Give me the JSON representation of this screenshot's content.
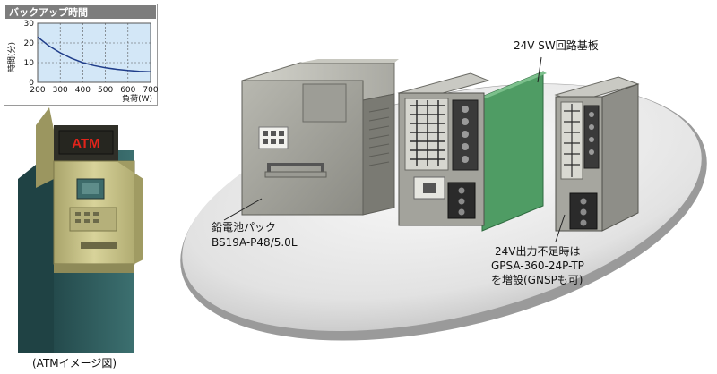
{
  "chart": {
    "title": "バックアップ時間",
    "ylabel": "時間(分)",
    "xlabel": "負荷(W)"
  },
  "chart_data": {
    "type": "line",
    "title": "バックアップ時間",
    "xlabel": "負荷(W)",
    "ylabel": "時間(分)",
    "xlim": [
      200,
      700
    ],
    "ylim": [
      0,
      30
    ],
    "xticks": [
      200,
      300,
      400,
      500,
      600,
      700
    ],
    "yticks": [
      0,
      10,
      20,
      30
    ],
    "grid": true,
    "x": [
      200,
      250,
      300,
      350,
      400,
      450,
      500,
      550,
      600,
      650,
      700
    ],
    "y": [
      23,
      18.5,
      15,
      12.2,
      10,
      8.5,
      7.4,
      6.6,
      6,
      5.6,
      5.3
    ]
  },
  "labels": {
    "sw_board": "24V SW回路基板",
    "battery_line1": "鉛電池パック",
    "battery_line2": "BS19A-P48/5.0L",
    "output_line1": "24V出力不足時は",
    "output_line2": "GPSA-360-24P-TP",
    "output_line3": "を増設(GNSPも可)",
    "atm_caption": "(ATMイメージ図)",
    "atm_screen": "ATM"
  },
  "colors": {
    "chart_title_bg": "#7d7d7d",
    "chart_plot_bg": "#d3e7f7",
    "chart_curve": "#1f3d8a",
    "platform": "#dcdcdc",
    "board_green": "#4f9c64",
    "atm_body": "#c9c48a",
    "atm_base": "#2f5f5f",
    "atm_screen_text": "#e0241b"
  }
}
